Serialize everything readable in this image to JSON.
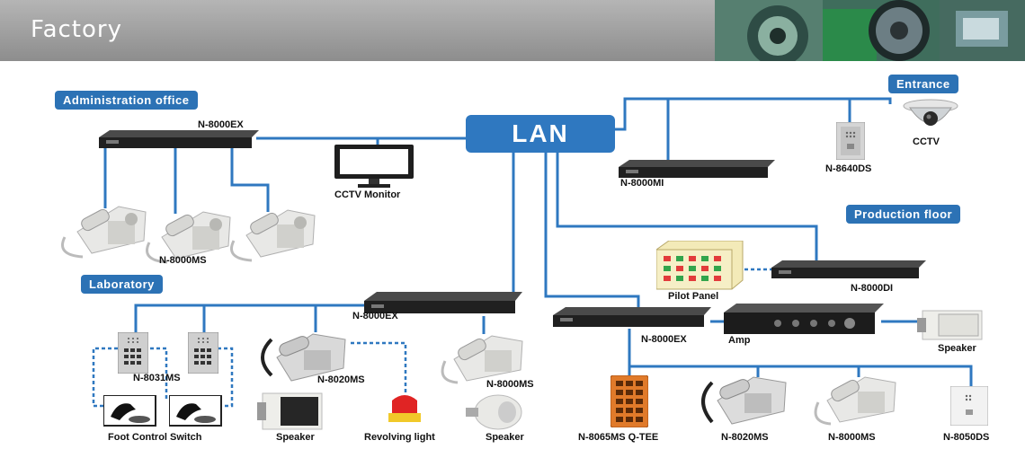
{
  "header": {
    "title": "Factory"
  },
  "sections": {
    "administration_office": "Administration office",
    "laboratory": "Laboratory",
    "entrance": "Entrance",
    "production_floor": "Production floor"
  },
  "lan": "LAN",
  "labels": {
    "admin_switch": "N-8000EX",
    "cctv_monitor": "CCTV Monitor",
    "admin_phones": "N-8000MS",
    "mi_unit": "N-8000MI",
    "door_station_entrance": "N-8640DS",
    "cctv": "CCTV",
    "pilot_panel": "Pilot Panel",
    "di_unit": "N-8000DI",
    "lab_switch": "N-8000EX",
    "lab_stations": "N-8031MS",
    "lab_desk_phone": "N-8020MS",
    "lab_desk_phone2": "N-8000MS",
    "foot_switch": "Foot Control Switch",
    "lab_speaker": "Speaker",
    "revolving_light": "Revolving light",
    "lab_speaker2": "Speaker",
    "prod_switch": "N-8000EX",
    "amp": "Amp",
    "prod_speaker": "Speaker",
    "qtee": "N-8065MS Q-TEE",
    "prod_phone1": "N-8020MS",
    "prod_phone2": "N-8000MS",
    "prod_door": "N-8050DS"
  },
  "colors": {
    "accent": "#2c72b5",
    "line": "#2f78c0",
    "header": "#9e9e9e"
  }
}
